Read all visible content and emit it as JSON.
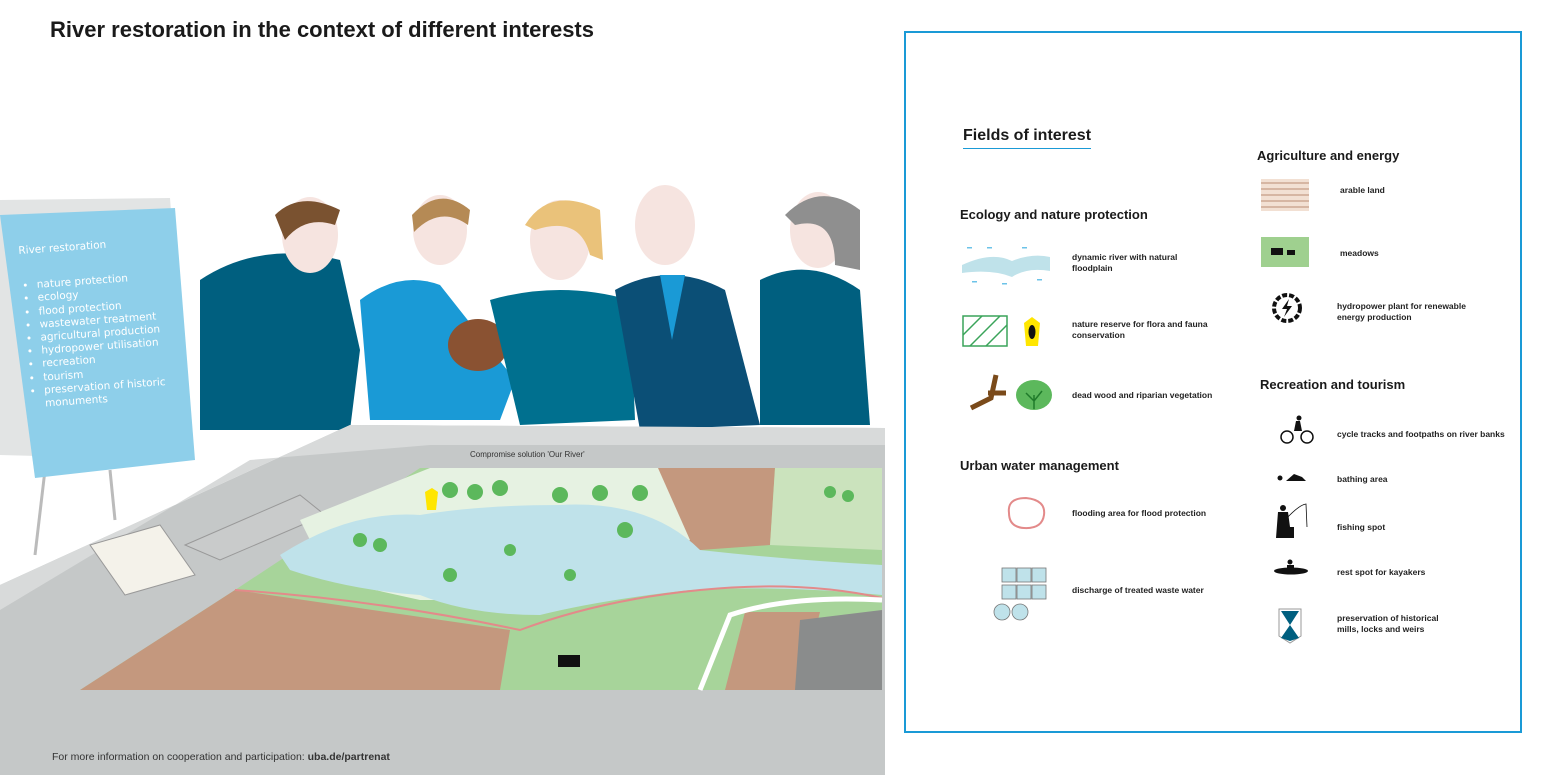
{
  "title": "River restoration in the context of different interests",
  "flipchart": {
    "heading": "River restoration",
    "items": [
      "nature protection",
      "ecology",
      "flood protection",
      "wastewater treatment",
      "agricultural production",
      "hydropower utilisation",
      "recreation",
      "tourism",
      "preservation of historic monuments"
    ]
  },
  "map": {
    "caption": "Compromise solution 'Our River'"
  },
  "footer": {
    "text": "For more information on cooperation and participation: ",
    "link": "uba.de/partrenat"
  },
  "legend": {
    "title": "Fields of interest",
    "ecology": {
      "heading": "Ecology and nature protection",
      "items": [
        "dynamic river with natural floodplain",
        "nature reserve for flora and fauna conservation",
        "dead wood and riparian vegetation"
      ]
    },
    "urban": {
      "heading": "Urban water management",
      "items": [
        "flooding area for flood protection",
        "discharge of treated waste water"
      ]
    },
    "agriculture": {
      "heading": "Agriculture and energy",
      "items": [
        "arable land",
        "meadows",
        "hydropower plant for renewable energy production"
      ]
    },
    "recreation": {
      "heading": "Recreation and tourism",
      "items": [
        "cycle tracks and footpaths on river banks",
        "bathing area",
        "fishing spot",
        "rest spot for kayakers",
        "preservation of historical mills, locks and weirs"
      ]
    }
  },
  "colors": {
    "accent": "#1a9ad6",
    "river": "#bfe2ea",
    "meadow": "#9fd08f",
    "arable": "#b98c73",
    "table": "#c5c8c8",
    "flipchart": "#8ecfea",
    "jacket": "#005f7f"
  }
}
